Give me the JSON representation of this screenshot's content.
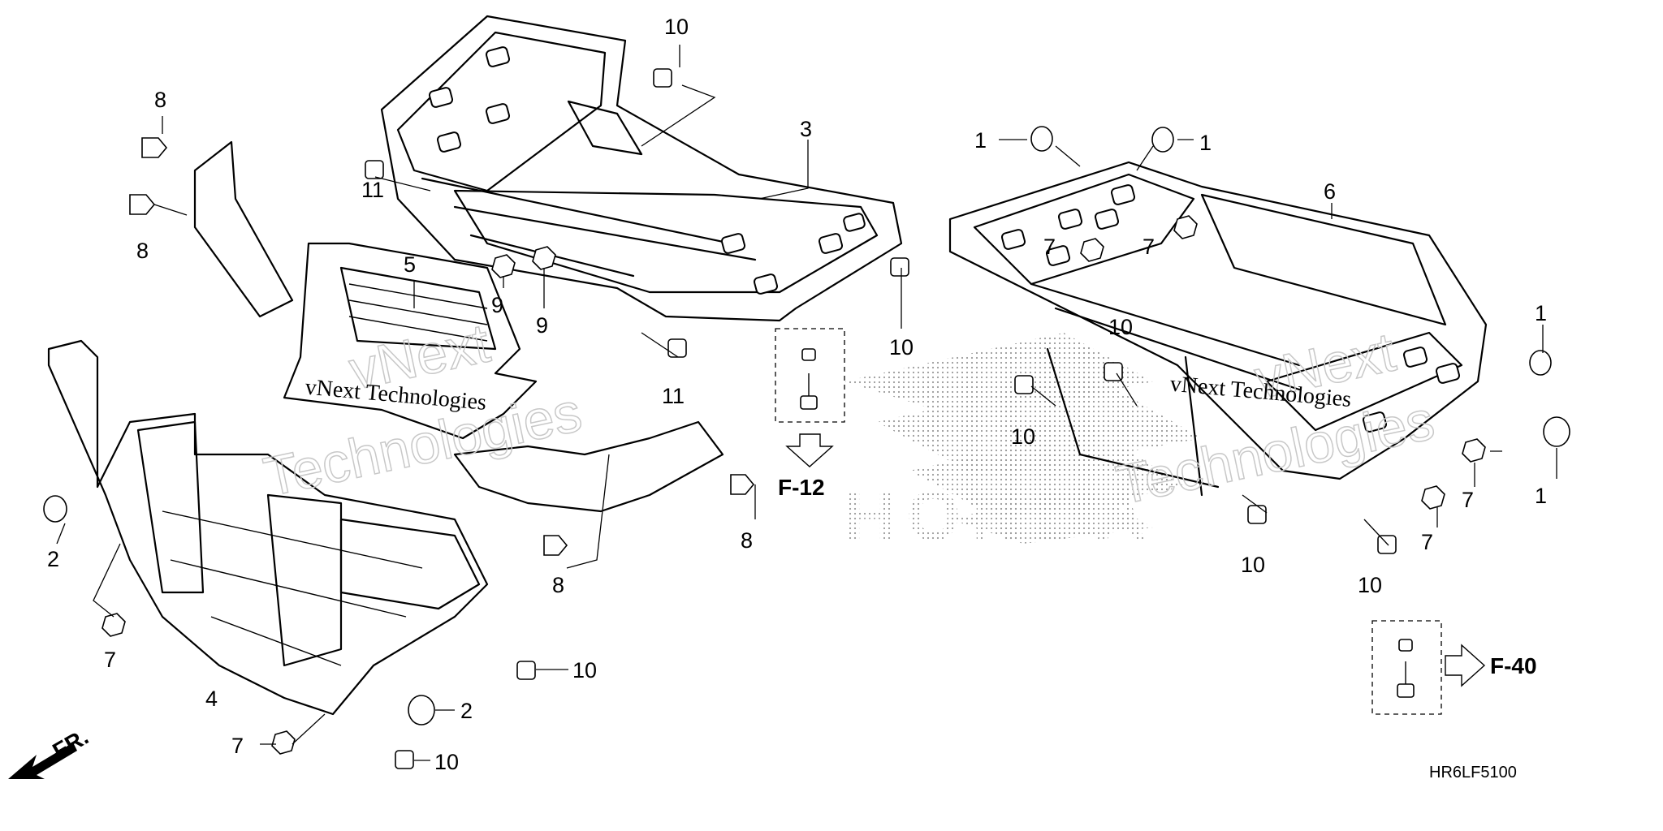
{
  "part_labels": {
    "front_carrier": "3",
    "rear_carrier": "6",
    "front_guard": "4",
    "front_panel": "5",
    "cushion": "1",
    "cushion_front": "2",
    "clip": "8",
    "nut_7": "7",
    "nut_9": "9",
    "bolt_10": "10",
    "bolt_11": "11"
  },
  "refs": {
    "front": "F-12",
    "rear": "F-40",
    "direction": "FR."
  },
  "diagram_code": "HR6LF5100",
  "watermarks": {
    "brand": "HONDA",
    "company_a": "vNext",
    "company_b": "Technologies",
    "inline": "vNext Technologies"
  },
  "colors": {
    "ink": "#000000",
    "background": "#ffffff",
    "watermark": "#c8c8c8"
  }
}
